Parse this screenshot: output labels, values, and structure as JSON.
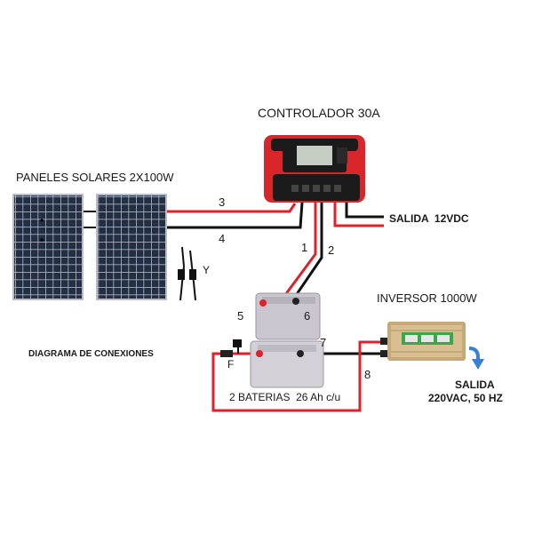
{
  "labels": {
    "controller_title": "CONTROLADOR 30A",
    "panels_title": "PANELES SOLARES 2X100W",
    "inverter_title": "INVERSOR 1000W",
    "output_12v": "SALIDA  12VDC",
    "diagram_title": "DIAGRAMA DE CONEXIONES",
    "batteries": "2 BATERIAS  26 Ah c/u",
    "output_ac_1": "SALIDA",
    "output_ac_2": "220VAC, 50 HZ",
    "y_connector": "Y",
    "fuse": "F"
  },
  "wire_numbers": [
    "1",
    "2",
    "3",
    "4",
    "5",
    "6",
    "7",
    "8"
  ],
  "colors": {
    "positive_wire": "#e0202a",
    "negative_wire": "#111111",
    "controller_body": "#d9262b",
    "controller_dark": "#1b1b1b",
    "panel_cell": "#1f2a3c",
    "battery": "#c9c6cf",
    "inverter": "#c7a978",
    "inverter_label": "#3ea64a",
    "output_arrow": "#3b7ed6"
  }
}
